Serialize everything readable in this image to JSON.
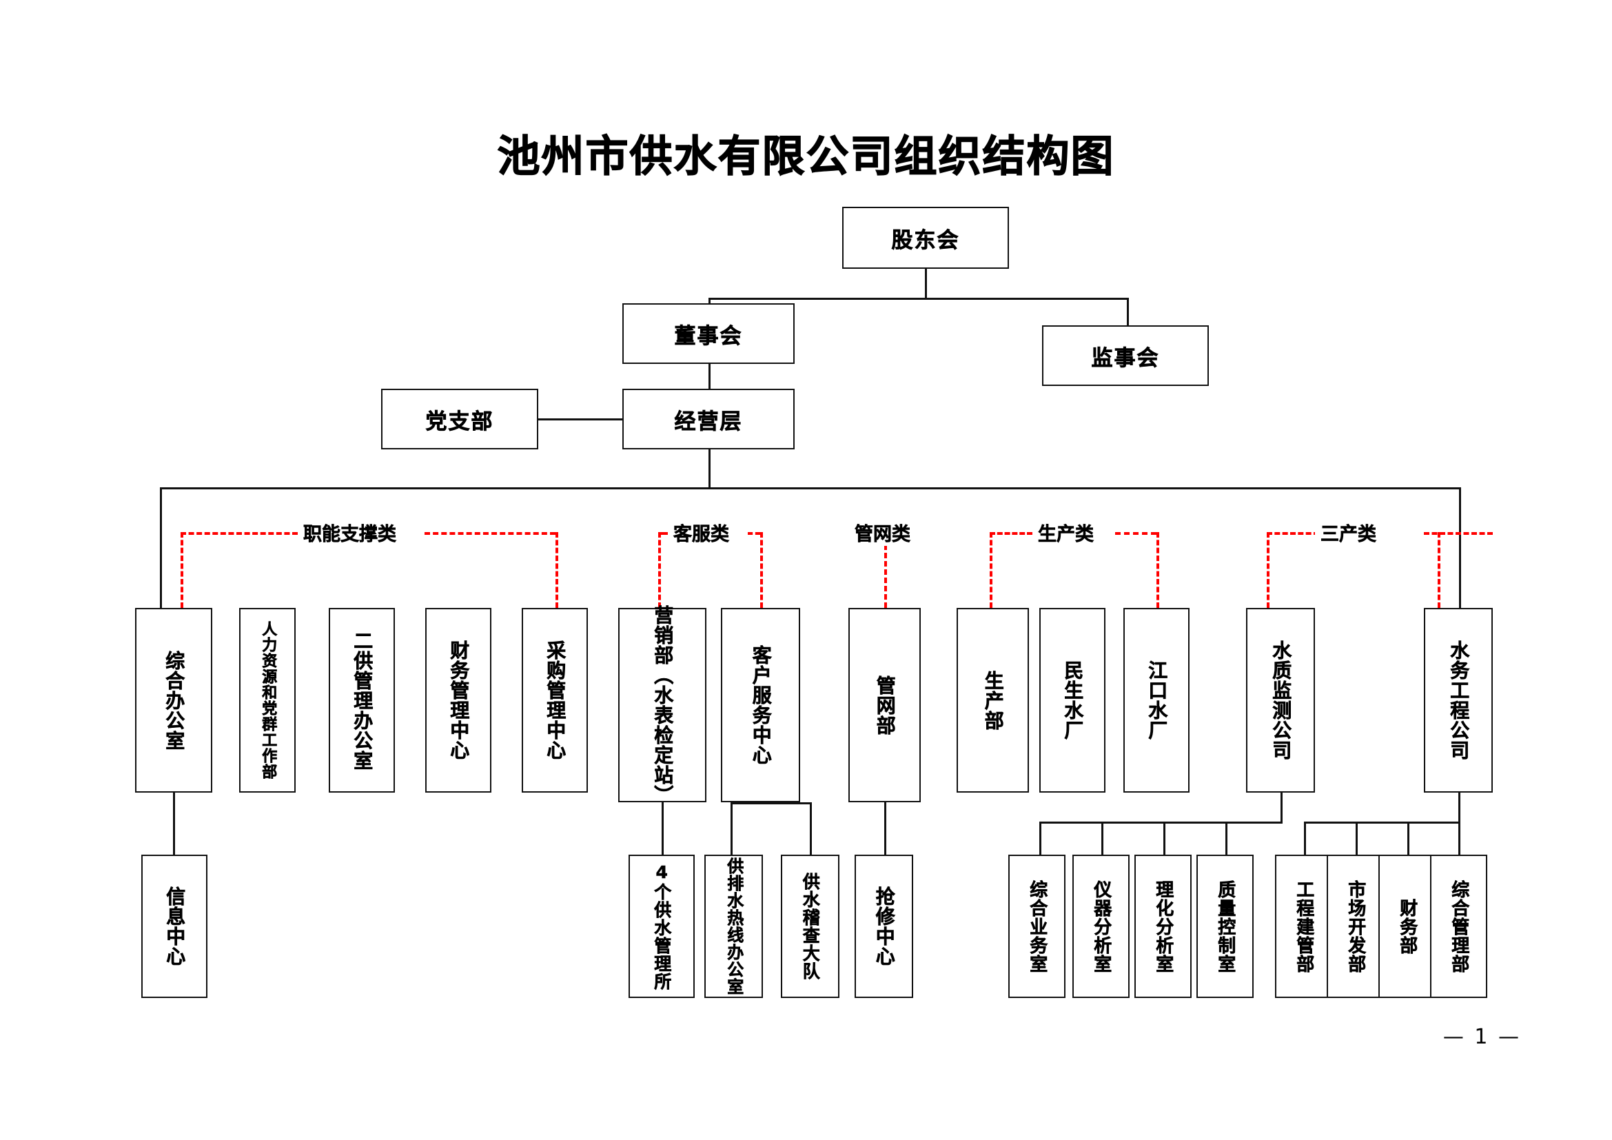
{
  "document": {
    "title": "池州市供水有限公司组织结构图",
    "page_number": "— 1 —"
  },
  "colors": {
    "line": "#111111",
    "group_bracket": "#ff0000",
    "box_border": "#111111",
    "background": "#ffffff"
  },
  "chart_data": {
    "type": "diagram",
    "title": "池州市供水有限公司组织结构图",
    "diagram_kind": "organizational-chart"
  },
  "top_level": {
    "shareholders": "股东会",
    "board_of_directors": "董事会",
    "board_of_supervisors": "监事会",
    "management": "经营层",
    "party_branch": "党支部"
  },
  "groups": [
    {
      "key": "functional",
      "label": "职能支撑类"
    },
    {
      "key": "customer",
      "label": "客服类"
    },
    {
      "key": "pipeline",
      "label": "管网类"
    },
    {
      "key": "production",
      "label": "生产类"
    },
    {
      "key": "tertiary",
      "label": "三产类"
    }
  ],
  "departments": {
    "functional": [
      {
        "label": "综合办公室"
      },
      {
        "label": "人力资源和党群工作部"
      },
      {
        "label": "二供管理办公室"
      },
      {
        "label": "财务管理中心"
      },
      {
        "label": "采购管理中心"
      }
    ],
    "customer": [
      {
        "label_main": "营销部",
        "label_sub": "（水表检定站）"
      },
      {
        "label": "客户服务中心"
      }
    ],
    "pipeline": [
      {
        "label": "管网部"
      }
    ],
    "production": [
      {
        "label": "生产部"
      },
      {
        "label": "民生水厂"
      },
      {
        "label": "江口水厂"
      }
    ],
    "tertiary": [
      {
        "label": "水质监测公司"
      },
      {
        "label": "水务工程公司"
      }
    ]
  },
  "sub_departments": {
    "general_office": [
      {
        "label": "信息中心"
      }
    ],
    "marketing": [
      {
        "label": "4个供水管理所"
      }
    ],
    "customer_service": [
      {
        "label": "供排水热线办公室"
      },
      {
        "label": "供水稽查大队"
      }
    ],
    "pipeline_dept": [
      {
        "label": "抢修中心"
      }
    ],
    "water_quality_company": [
      {
        "label": "综合业务室"
      },
      {
        "label": "仪器分析室"
      },
      {
        "label": "理化分析室"
      },
      {
        "label": "质量控制室"
      }
    ],
    "water_engineering_company": [
      {
        "label": "工程建管部"
      },
      {
        "label": "市场开发部"
      },
      {
        "label": "财务部"
      },
      {
        "label": "综合管理部"
      }
    ]
  }
}
